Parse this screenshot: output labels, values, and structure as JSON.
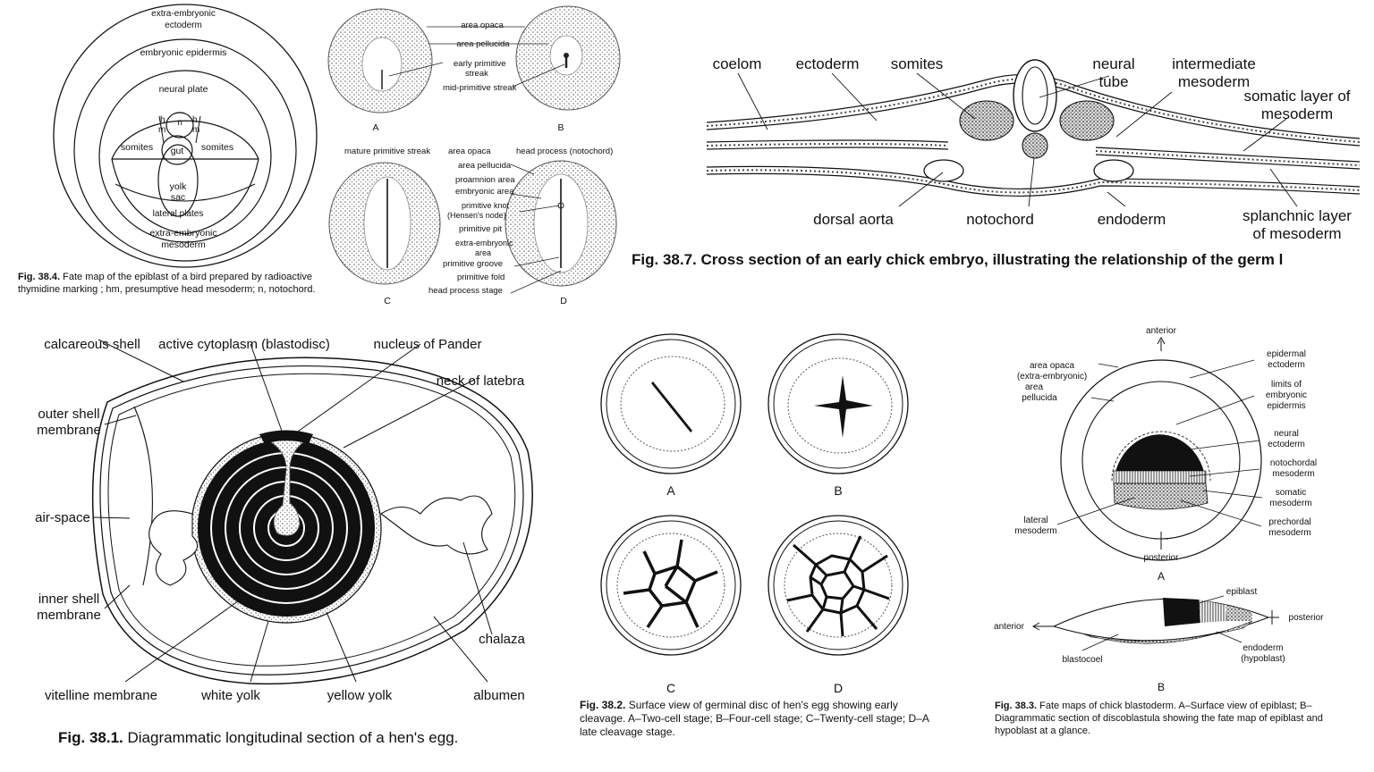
{
  "fig384": {
    "labels": {
      "extra_ecto": "extra-embryonic ectoderm",
      "emb_epidermis": "embryonic epidermis",
      "neural_plate": "neural plate",
      "h": "h",
      "m": "m",
      "n": "n",
      "gut": "gut",
      "somites": "somites",
      "yolk": "yolk",
      "sac": "sac",
      "lateral_plates": "lateral plates",
      "extra_meso_1": "extra-embryonic",
      "extra_meso_2": "mesoderm"
    },
    "caption_num": "Fig. 38.4.",
    "caption_text": "Fate map of the epiblast of a bird prepared by radioactive thymidine marking ; hm, presumptive head mesoderm; n, notochord."
  },
  "fig_stages": {
    "top_labels": [
      "area opaca",
      "area pellucida",
      "early primitive streak",
      "mid-primitive streak"
    ],
    "letters": [
      "A",
      "B",
      "C",
      "D"
    ],
    "bottom_left_label": "mature primitive streak",
    "bottom_labels": [
      "area opaca",
      "area pellucida",
      "proamnion area",
      "embryonic area",
      "primitive knot (Hensen's node)",
      "primitive pit",
      "extra-embryonic area",
      "primitive groove",
      "primitive fold",
      "head process stage"
    ],
    "head_process": "head process (notochord)"
  },
  "fig387": {
    "labels": {
      "coelom": "coelom",
      "ectoderm": "ectoderm",
      "somites": "somites",
      "neural_1": "neural",
      "neural_2": "tube",
      "inter_1": "intermediate",
      "inter_2": "mesoderm",
      "somatic_1": "somatic layer of",
      "somatic_2": "mesoderm",
      "dorsal_aorta": "dorsal aorta",
      "notochord": "notochord",
      "endoderm": "endoderm",
      "splanch_1": "splanchnic layer",
      "splanch_2": "of mesoderm"
    },
    "caption_num": "Fig. 38.7.",
    "caption_text": "Cross section of an early chick embryo, illustrating the relationship of the germ l"
  },
  "fig381": {
    "labels": {
      "calcareous": "calcareous shell",
      "active": "active cytoplasm (blastodisc)",
      "pander": "nucleus of Pander",
      "latebra": "neck of latebra",
      "outer_1": "outer shell",
      "outer_2": "membrane",
      "air": "air-space",
      "inner_1": "inner shell",
      "inner_2": "membrane",
      "chalaza": "chalaza",
      "vitelline": "vitelline membrane",
      "white": "white yolk",
      "yellow": "yellow yolk",
      "albumen": "albumen"
    },
    "caption_num": "Fig. 38.1.",
    "caption_text": "Diagrammatic longitudinal section of a hen's egg."
  },
  "fig382": {
    "letters": [
      "A",
      "B",
      "C",
      "D"
    ],
    "caption_num": "Fig. 38.2.",
    "caption_text": "Surface view of germinal disc of hen's egg showing early cleavage. A–Two-cell stage; B–Four-cell stage; C–Twenty-cell stage; D–A late cleavage stage."
  },
  "fig383": {
    "labels": {
      "anterior": "anterior",
      "posterior": "posterior",
      "opaca_1": "area opaca",
      "opaca_2": "(extra-embryonic)",
      "pell_1": "area",
      "pell_2": "pellucida",
      "epi_1": "epidermal",
      "epi_2": "ectoderm",
      "lim_1": "limits of",
      "lim_2": "embryonic",
      "lim_3": "epidermis",
      "neu_1": "neural",
      "neu_2": "ectoderm",
      "noto_1": "notochordal",
      "noto_2": "mesoderm",
      "som_1": "somatic",
      "som_2": "mesoderm",
      "lat_1": "lateral",
      "lat_2": "mesoderm",
      "pre_1": "prechordal",
      "pre_2": "mesoderm",
      "A": "A",
      "B": "B",
      "epiblast": "epiblast",
      "b_anterior": "anterior",
      "b_posterior": "posterior",
      "blastocoel": "blastocoel",
      "endo_1": "endoderm",
      "endo_2": "(hypoblast)"
    },
    "caption_num": "Fig. 38.3.",
    "caption_text": "Fate maps of chick blastoderm. A–Surface view of epiblast; B–Diagrammatic section of discoblastula showing the fate map of epiblast and hypoblast at a glance."
  }
}
